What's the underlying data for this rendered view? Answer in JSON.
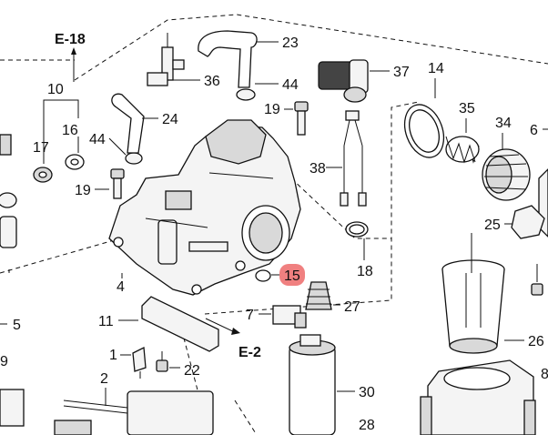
{
  "diagram": {
    "refs": {
      "e18": "E-18",
      "e2": "E-2"
    },
    "callouts": {
      "n1": "1",
      "n2": "2",
      "n4": "4",
      "n5": "5",
      "n6": "6",
      "n7": "7",
      "n8": "8",
      "n9": "9",
      "n10": "10",
      "n11": "11",
      "n14": "14",
      "n15": "15",
      "n16": "16",
      "n17": "17",
      "n18": "18",
      "n19a": "19",
      "n19b": "19",
      "n22": "22",
      "n23": "23",
      "n24": "24",
      "n25": "25",
      "n26": "26",
      "n27": "27",
      "n28": "28",
      "n30": "30",
      "n34": "34",
      "n35": "35",
      "n36": "36",
      "n37": "37",
      "n38": "38",
      "n44a": "44",
      "n44b": "44"
    },
    "highlight": {
      "part": "15",
      "color": "#f08080"
    }
  }
}
